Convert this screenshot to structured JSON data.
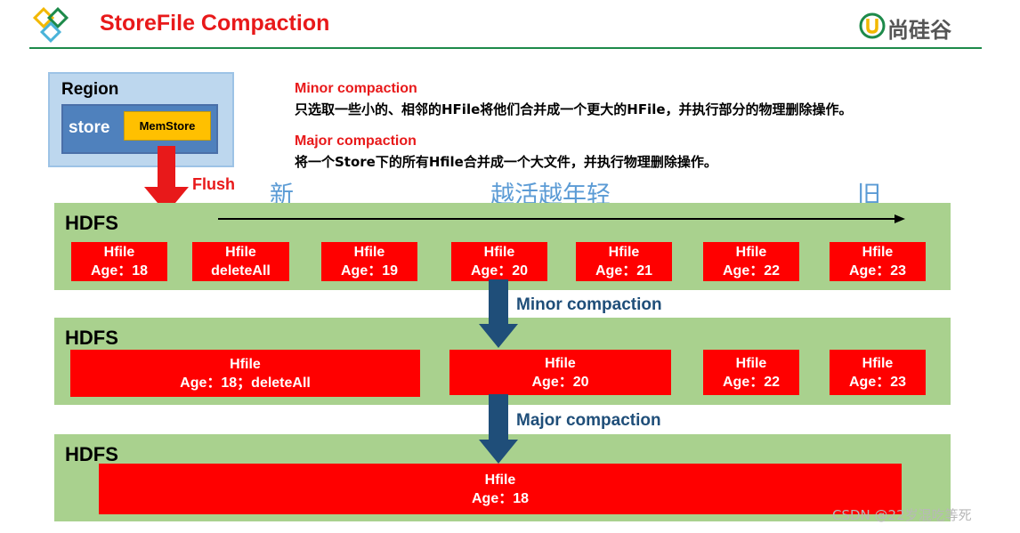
{
  "header": {
    "title": "StoreFile Compaction",
    "logo_text": "尚硅谷",
    "title_color": "#e8191a",
    "logo_color": "#555555",
    "logo_accent": "#f2b800",
    "rule_color": "#1d8a4a"
  },
  "region": {
    "label": "Region",
    "store_label": "store",
    "memstore_label": "MemStore",
    "region_fill": "#bdd7ee",
    "store_fill": "#4f81bd",
    "memstore_fill": "#ffc000"
  },
  "descriptions": {
    "minor_title": "Minor compaction",
    "minor_text": "只选取一些小的、相邻的HFile将他们合并成一个更大的HFile，并执行部分的物理删除操作。",
    "major_title": "Major compaction",
    "major_text": "将一个Store下的所有Hfile合并成一个大文件，并执行物理删除操作。",
    "title_color": "#e8191a"
  },
  "flush": {
    "label": "Flush",
    "color": "#e8191a"
  },
  "timeline": {
    "new_label": "新",
    "middle_label": "越活越年轻",
    "old_label": "旧",
    "color": "#5b9bd5"
  },
  "bands": [
    {
      "label": "HDFS",
      "files": [
        {
          "name": "Hfile",
          "age": "Age：18"
        },
        {
          "name": "Hfile",
          "age": "deleteAll"
        },
        {
          "name": "Hfile",
          "age": "Age：19"
        },
        {
          "name": "Hfile",
          "age": "Age：20"
        },
        {
          "name": "Hfile",
          "age": "Age：21"
        },
        {
          "name": "Hfile",
          "age": "Age：22"
        },
        {
          "name": "Hfile",
          "age": "Age：23"
        }
      ]
    },
    {
      "label": "HDFS",
      "files": [
        {
          "name": "Hfile",
          "age": "Age：18；deleteAll"
        },
        {
          "name": "Hfile",
          "age": "Age：20"
        },
        {
          "name": "Hfile",
          "age": "Age：22"
        },
        {
          "name": "Hfile",
          "age": "Age：23"
        }
      ]
    },
    {
      "label": "HDFS",
      "files": [
        {
          "name": "Hfile",
          "age": "Age：18"
        }
      ]
    }
  ],
  "compactions": {
    "minor_label": "Minor compaction",
    "major_label": "Major compaction",
    "color": "#1f4e79"
  },
  "colors": {
    "band": "#a9d18e",
    "hfile": "#ff0000",
    "arrow_dark": "#1f4e79"
  },
  "watermark": "CSDN @22岁混吃等死"
}
